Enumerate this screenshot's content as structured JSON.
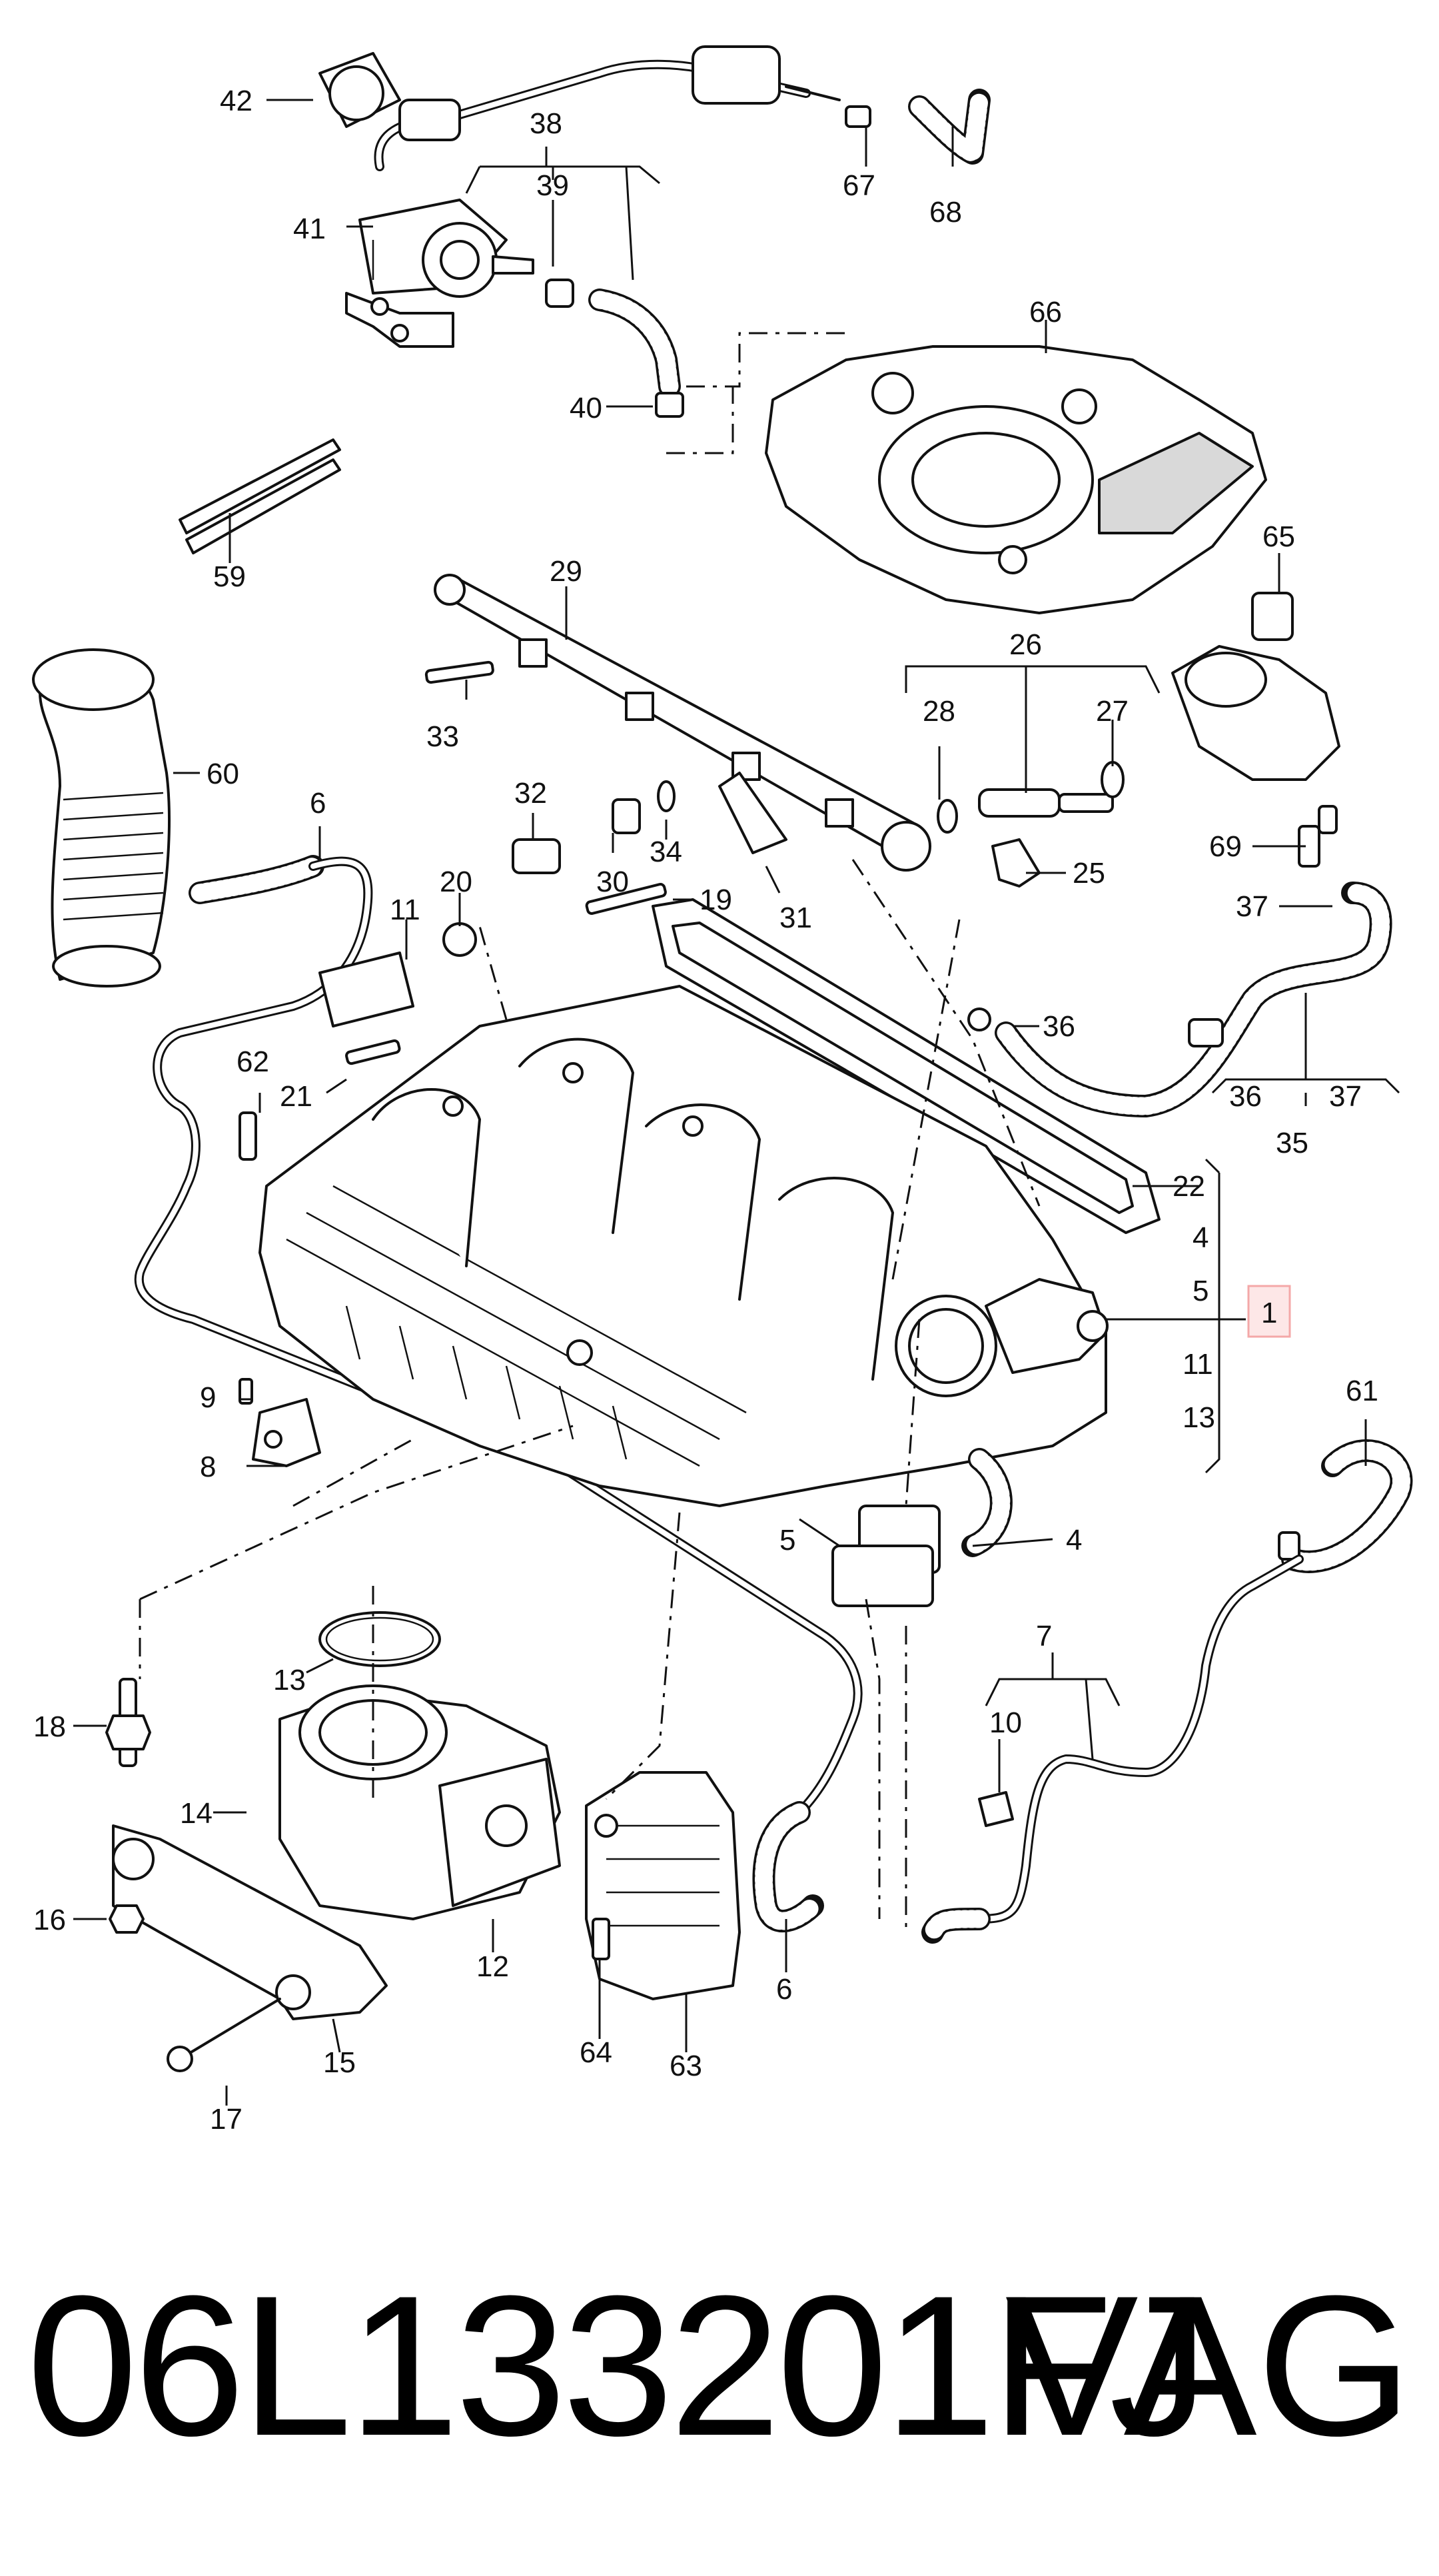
{
  "diagram": {
    "callouts": {
      "c1": "1",
      "c4a": "4",
      "c4b": "4",
      "c5a": "5",
      "c5b": "5",
      "c6a": "6",
      "c6b": "6",
      "c7": "7",
      "c8": "8",
      "c9": "9",
      "c10": "10",
      "c11a": "11",
      "c11b": "11",
      "c12": "12",
      "c13a": "13",
      "c13b": "13",
      "c14": "14",
      "c15": "15",
      "c16": "16",
      "c17": "17",
      "c18": "18",
      "c19": "19",
      "c20": "20",
      "c21": "21",
      "c22": "22",
      "c25": "25",
      "c26": "26",
      "c27": "27",
      "c28": "28",
      "c29": "29",
      "c30": "30",
      "c31": "31",
      "c32": "32",
      "c33": "33",
      "c34": "34",
      "c35": "35",
      "c36a": "36",
      "c36b": "36",
      "c37a": "37",
      "c37b": "37",
      "c38": "38",
      "c39": "39",
      "c40": "40",
      "c41": "41",
      "c42": "42",
      "c59": "59",
      "c60": "60",
      "c61": "61",
      "c62": "62",
      "c63": "63",
      "c64": "64",
      "c65": "65",
      "c66": "66",
      "c67": "67",
      "c68": "68",
      "c69": "69"
    },
    "highlight_color": "#f4a8a8"
  },
  "footer": {
    "part_number": "06L133201FJ",
    "brand": "VAG"
  }
}
